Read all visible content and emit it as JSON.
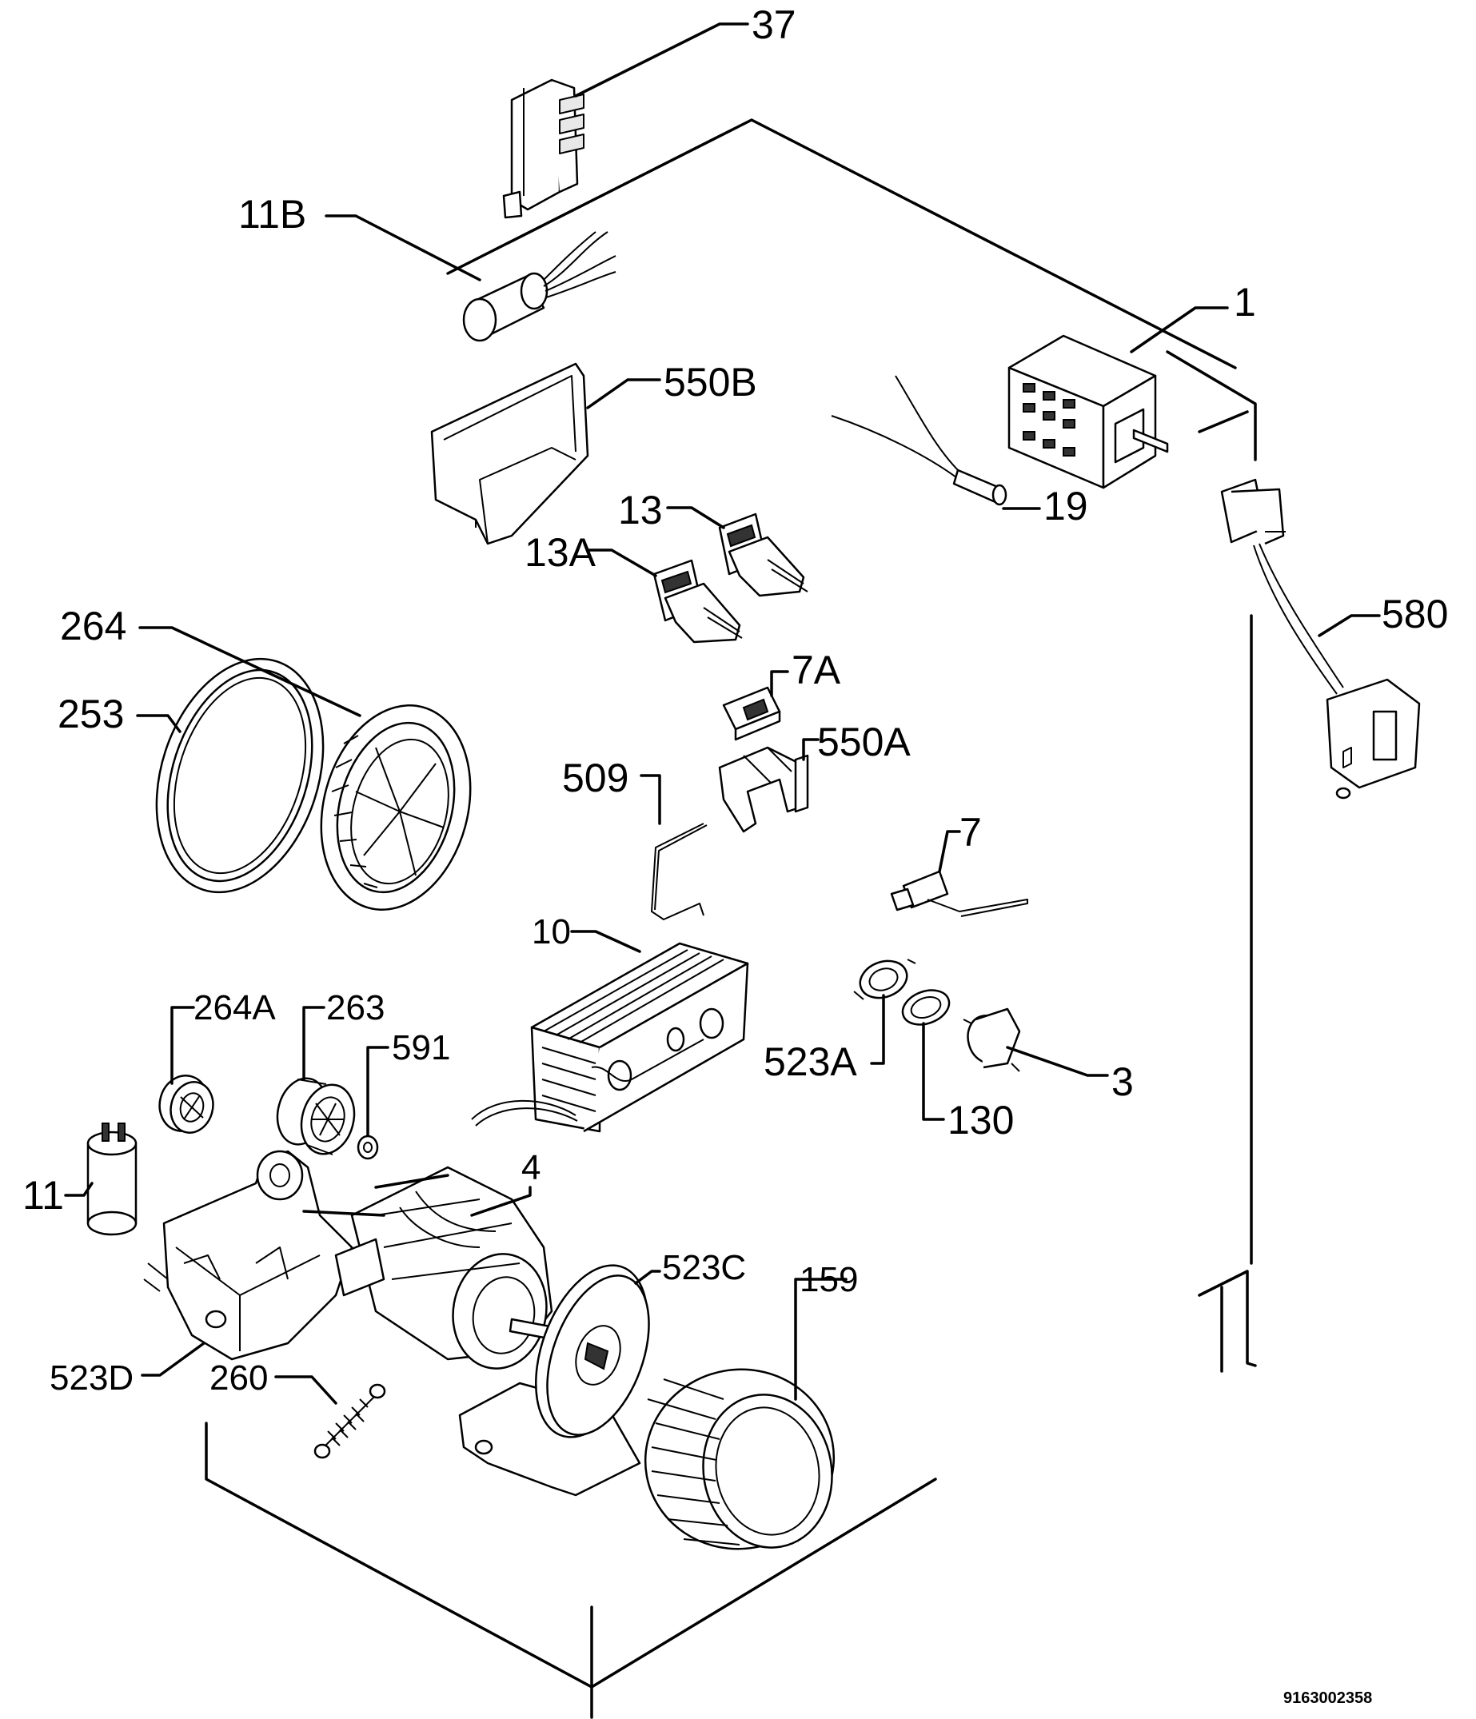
{
  "callouts": {
    "c37": "37",
    "c11b": "11B",
    "c1": "1",
    "c550b": "550B",
    "c19": "19",
    "c13": "13",
    "c13a": "13A",
    "c580": "580",
    "c264": "264",
    "c253": "253",
    "c7a": "7A",
    "c550a": "550A",
    "c509": "509",
    "c7": "7",
    "c10": "10",
    "c264a": "264A",
    "c263": "263",
    "c591": "591",
    "c523a": "523A",
    "c3": "3",
    "c130": "130",
    "c11": "11",
    "c4": "4",
    "c523c": "523C",
    "c159": "159",
    "c523d": "523D",
    "c260": "260"
  },
  "document_number": "9163002358"
}
